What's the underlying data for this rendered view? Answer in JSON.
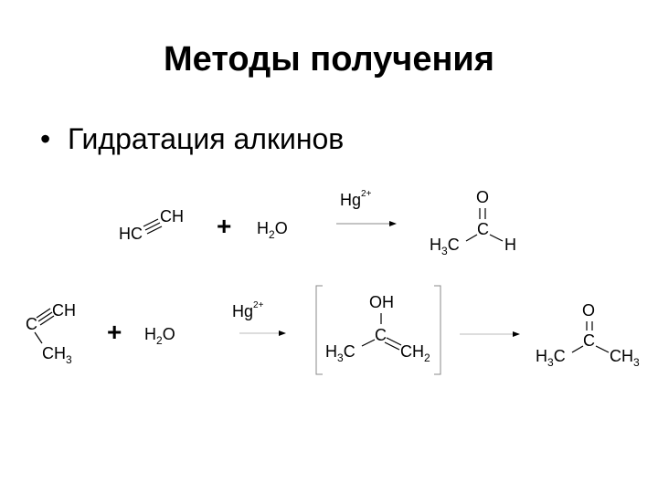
{
  "slide": {
    "title": "Методы получения",
    "bullet_char": "•",
    "bullet_text": "Гидратация алкинов"
  },
  "reaction1": {
    "reactant_alkyne": {
      "left_group": "HC",
      "right_group": "CH"
    },
    "plus": "+",
    "reagent_water": {
      "h": "H",
      "h_sub": "2",
      "o": "O"
    },
    "catalyst": {
      "symbol": "Hg",
      "charge": "2+"
    },
    "product": {
      "oxygen": "O",
      "carbon": "C",
      "methyl_h": "H",
      "methyl_sub": "3",
      "methyl_c": "C",
      "hydrogen": "H"
    }
  },
  "reaction2": {
    "reactant_alkyne": {
      "top_group": "CH",
      "carbon": "C",
      "methyl_ch": "CH",
      "methyl_sub": "3"
    },
    "plus": "+",
    "reagent_water": {
      "h": "H",
      "h_sub": "2",
      "o": "O"
    },
    "catalyst": {
      "symbol": "Hg",
      "charge": "2+"
    },
    "enol_intermediate": {
      "hydroxyl": "OH",
      "carbon": "C",
      "methyl_h": "H",
      "methyl_sub": "3",
      "methyl_c": "C",
      "methylene_ch": "CH",
      "methylene_sub": "2"
    },
    "product": {
      "oxygen": "O",
      "carbon": "C",
      "left_h": "H",
      "left_sub": "3",
      "left_c": "C",
      "right_ch": "CH",
      "right_sub": "3"
    }
  }
}
